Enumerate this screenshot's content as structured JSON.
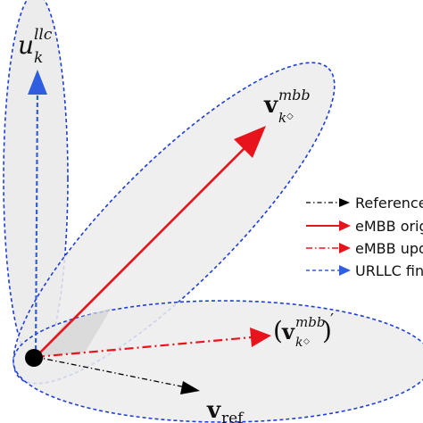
{
  "diagram": {
    "labels": {
      "u_base": "u",
      "u_sub": "k",
      "u_sup": "llc",
      "v_base": "v",
      "v_sub": "k",
      "v_sub_mark": "◇",
      "v_sup": "mbb",
      "vprime_open": "(",
      "vprime_close": ")",
      "vprime_prime": "′",
      "vref_base": "v",
      "vref_sub": "ref"
    },
    "legend": [
      {
        "label": "Reference",
        "color": "#000000",
        "style": "dash-dot"
      },
      {
        "label": "eMBB orig",
        "color": "#e8141c",
        "style": "solid"
      },
      {
        "label": "eMBB upd",
        "color": "#e8141c",
        "style": "dash-dot"
      },
      {
        "label": "URLLC fin",
        "color": "#1f3fd6",
        "style": "dashed"
      }
    ],
    "colors": {
      "ellipse_fill": "#ececec",
      "ellipse_overlap": "#dadada",
      "ellipse_stroke": "#1f3fd6",
      "embb": "#e8141c",
      "urllc": "#2f5fe0",
      "reference": "#000000",
      "origin": "#000000"
    }
  }
}
